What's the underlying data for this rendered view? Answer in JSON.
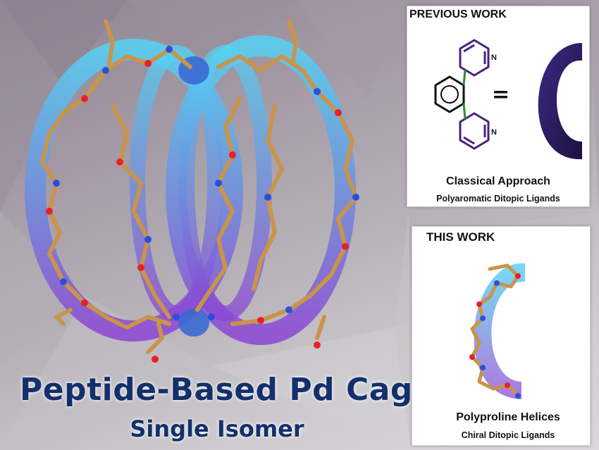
{
  "main": {
    "title": "Peptide-Based Pd Cage",
    "subtitle": "Single Isomer"
  },
  "previous_work": {
    "heading": "PREVIOUS WORK",
    "equals": "=",
    "approach_title": "Classical Approach",
    "approach_subtitle": "Polyaromatic Ditopic Ligands",
    "atom_label": "N"
  },
  "this_work": {
    "heading": "THIS WORK",
    "tilde": "~",
    "approach_title": "Polyproline Helices",
    "approach_subtitle": "Chiral Ditopic Ligands"
  },
  "colors": {
    "title_blue": "#14306b",
    "ring_cyan": "#4fc9ee",
    "ring_purple": "#8a4fd1",
    "stick_gold": "#c9944a",
    "oxygen_red": "#e8202a",
    "nitrogen_blue": "#2a4fe0",
    "crescent_dark": "#2b1a66"
  }
}
